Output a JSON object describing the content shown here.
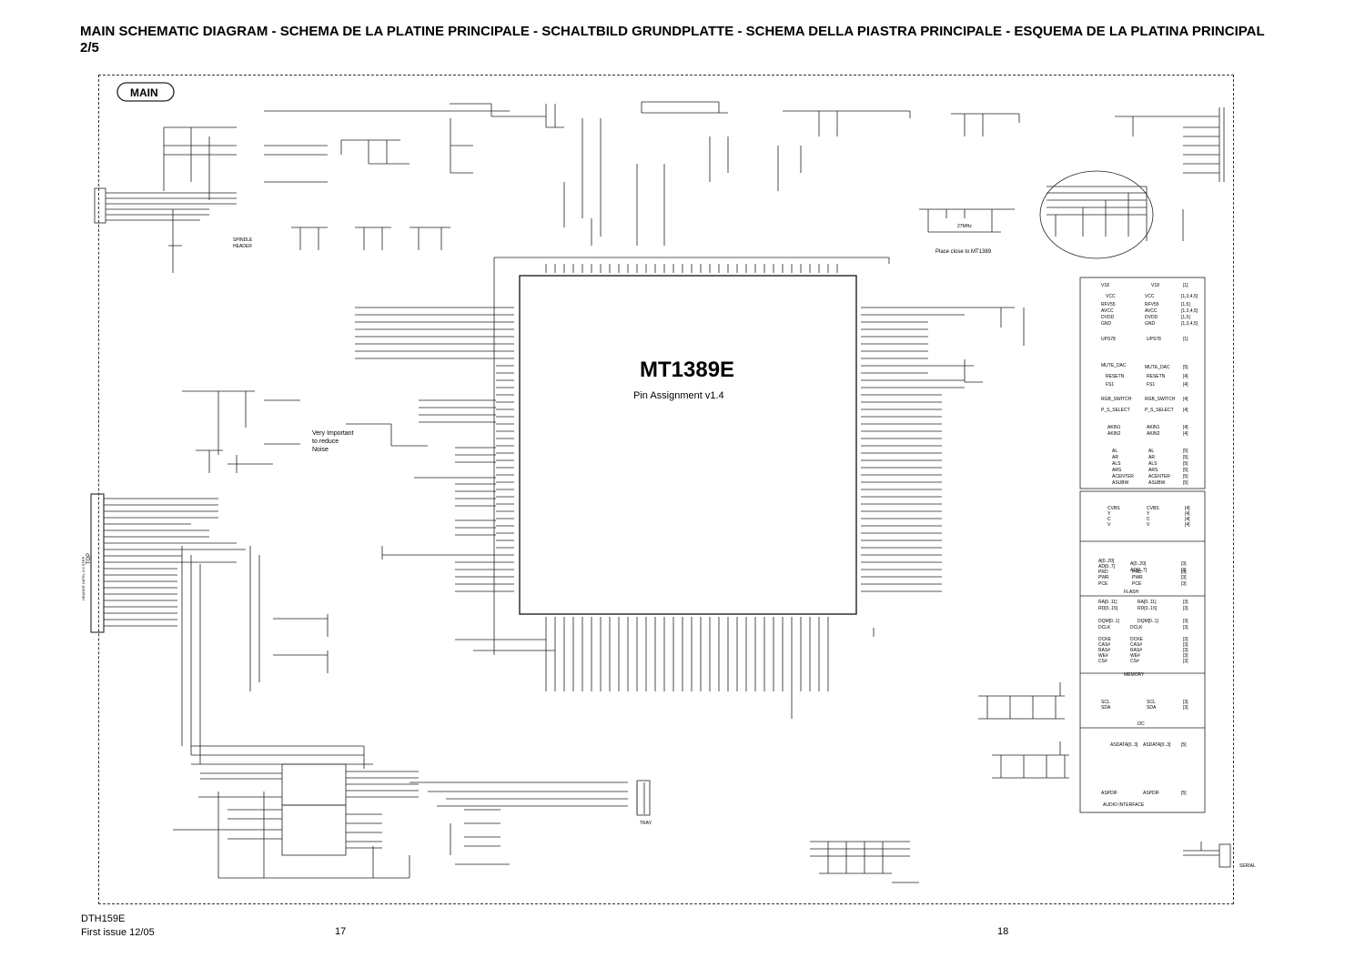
{
  "header": {
    "title_line1": "MAIN SCHEMATIC DIAGRAM - SCHEMA DE LA PLATINE PRINCIPALE - SCHALTBILD GRUNDPLATTE - SCHEMA DELLA PIASTRA PRINCIPALE - ESQUEMA DE LA PLATINA PRINCIPAL",
    "title_line2": "2/5"
  },
  "badge": {
    "label": "MAIN"
  },
  "chip": {
    "name": "MT1389E",
    "subtitle": "Pin Assignment v1.4"
  },
  "annotations": {
    "noise_note": [
      "Very Important",
      "to reduce",
      "Noise"
    ],
    "xtal_note": "Place close to MT1389",
    "spindle": [
      "SPINDLE",
      "HEADER"
    ],
    "xtal": "27MHz",
    "top": "TOP",
    "connector_label": "HEADER 24PIN, 0.5 STEP",
    "tray": "TRAY",
    "serial": "SERIAL"
  },
  "interfaces": {
    "group1": [
      [
        "V18",
        "V18",
        "[1]"
      ],
      [
        "VCC",
        "VCC",
        "[1,3,4,5]"
      ],
      [
        "RFV55",
        "RFV55",
        "[1,5]"
      ],
      [
        "AVCC",
        "AVCC",
        "[1,3,4,5]"
      ],
      [
        "DVDD",
        "DVDD",
        "[1,5]"
      ],
      [
        "GND",
        "GND",
        "[1,3,4,5]"
      ],
      [
        "UPS78",
        "UPS78",
        "[1]"
      ],
      [
        "MUTE_DAC",
        "MUTE_DAC",
        "[5]"
      ],
      [
        "RESETN",
        "RESETN",
        "[4]"
      ],
      [
        "FS1",
        "FS1",
        "[4]"
      ],
      [
        "RGB_SWITCH",
        "RGB_SWITCH",
        "[4]"
      ],
      [
        "P_S_SELECT",
        "P_S_SELECT",
        "[4]"
      ],
      [
        "AKIN1",
        "AKIN1",
        "[4]"
      ],
      [
        "AKIN2",
        "AKIN2",
        "[4]"
      ],
      [
        "AL",
        "AL",
        "[5]"
      ],
      [
        "AR",
        "AR",
        "[5]"
      ],
      [
        "ALS",
        "ALS",
        "[5]"
      ],
      [
        "ARS",
        "ARS",
        "[5]"
      ],
      [
        "ACENTER",
        "ACENTER",
        "[5]"
      ],
      [
        "ASUBW",
        "ASUBW",
        "[5]"
      ]
    ],
    "group2": [
      [
        "CVBS",
        "CVBS",
        "[4]"
      ],
      [
        "Y",
        "Y",
        "[4]"
      ],
      [
        "C",
        "C",
        "[4]"
      ],
      [
        "V",
        "V",
        "[4]"
      ]
    ],
    "group3": [
      [
        "A[0..20]",
        "A[0..20]",
        "[3]"
      ],
      [
        "AD[0..7]",
        "AD[0..7]",
        "[3]"
      ],
      [
        "PRD",
        "PRD",
        "[3]"
      ],
      [
        "PWR",
        "PWR",
        "[3]"
      ],
      [
        "PCE",
        "PCE",
        "[3]"
      ]
    ],
    "flash_label": "FLASH",
    "group4": [
      [
        "RA[0..11]",
        "RA[0..11]",
        "[3]"
      ],
      [
        "RD[0..15]",
        "RD[0..15]",
        "[3]"
      ],
      [
        "DQM[0..1]",
        "DQM[0..1]",
        "[3]"
      ],
      [
        "DCLK",
        "DCLK",
        "[3]"
      ],
      [
        "DCKE",
        "DCKE",
        "[3]"
      ],
      [
        "CAS#",
        "CAS#",
        "[3]"
      ],
      [
        "RAS#",
        "RAS#",
        "[3]"
      ],
      [
        "WE#",
        "WE#",
        "[3]"
      ],
      [
        "CS#",
        "CS#",
        "[3]"
      ]
    ],
    "memory_label": "MEMORY",
    "group5": [
      [
        "SCL",
        "SCL",
        "[3]"
      ],
      [
        "SDA",
        "SDA",
        "[3]"
      ]
    ],
    "i2c_label": "I2C",
    "group6": [
      [
        "ASDATA[0..3]",
        "ASDATA[0..3]",
        "[5]"
      ],
      [
        "ASPDIF",
        "ASPDIF",
        "[5]"
      ]
    ],
    "audio_label": "AUDIO INTERFACE"
  },
  "footer": {
    "model": "DTH159E",
    "issue": "First issue 12/05",
    "page_left": "17",
    "page_right": "18"
  }
}
